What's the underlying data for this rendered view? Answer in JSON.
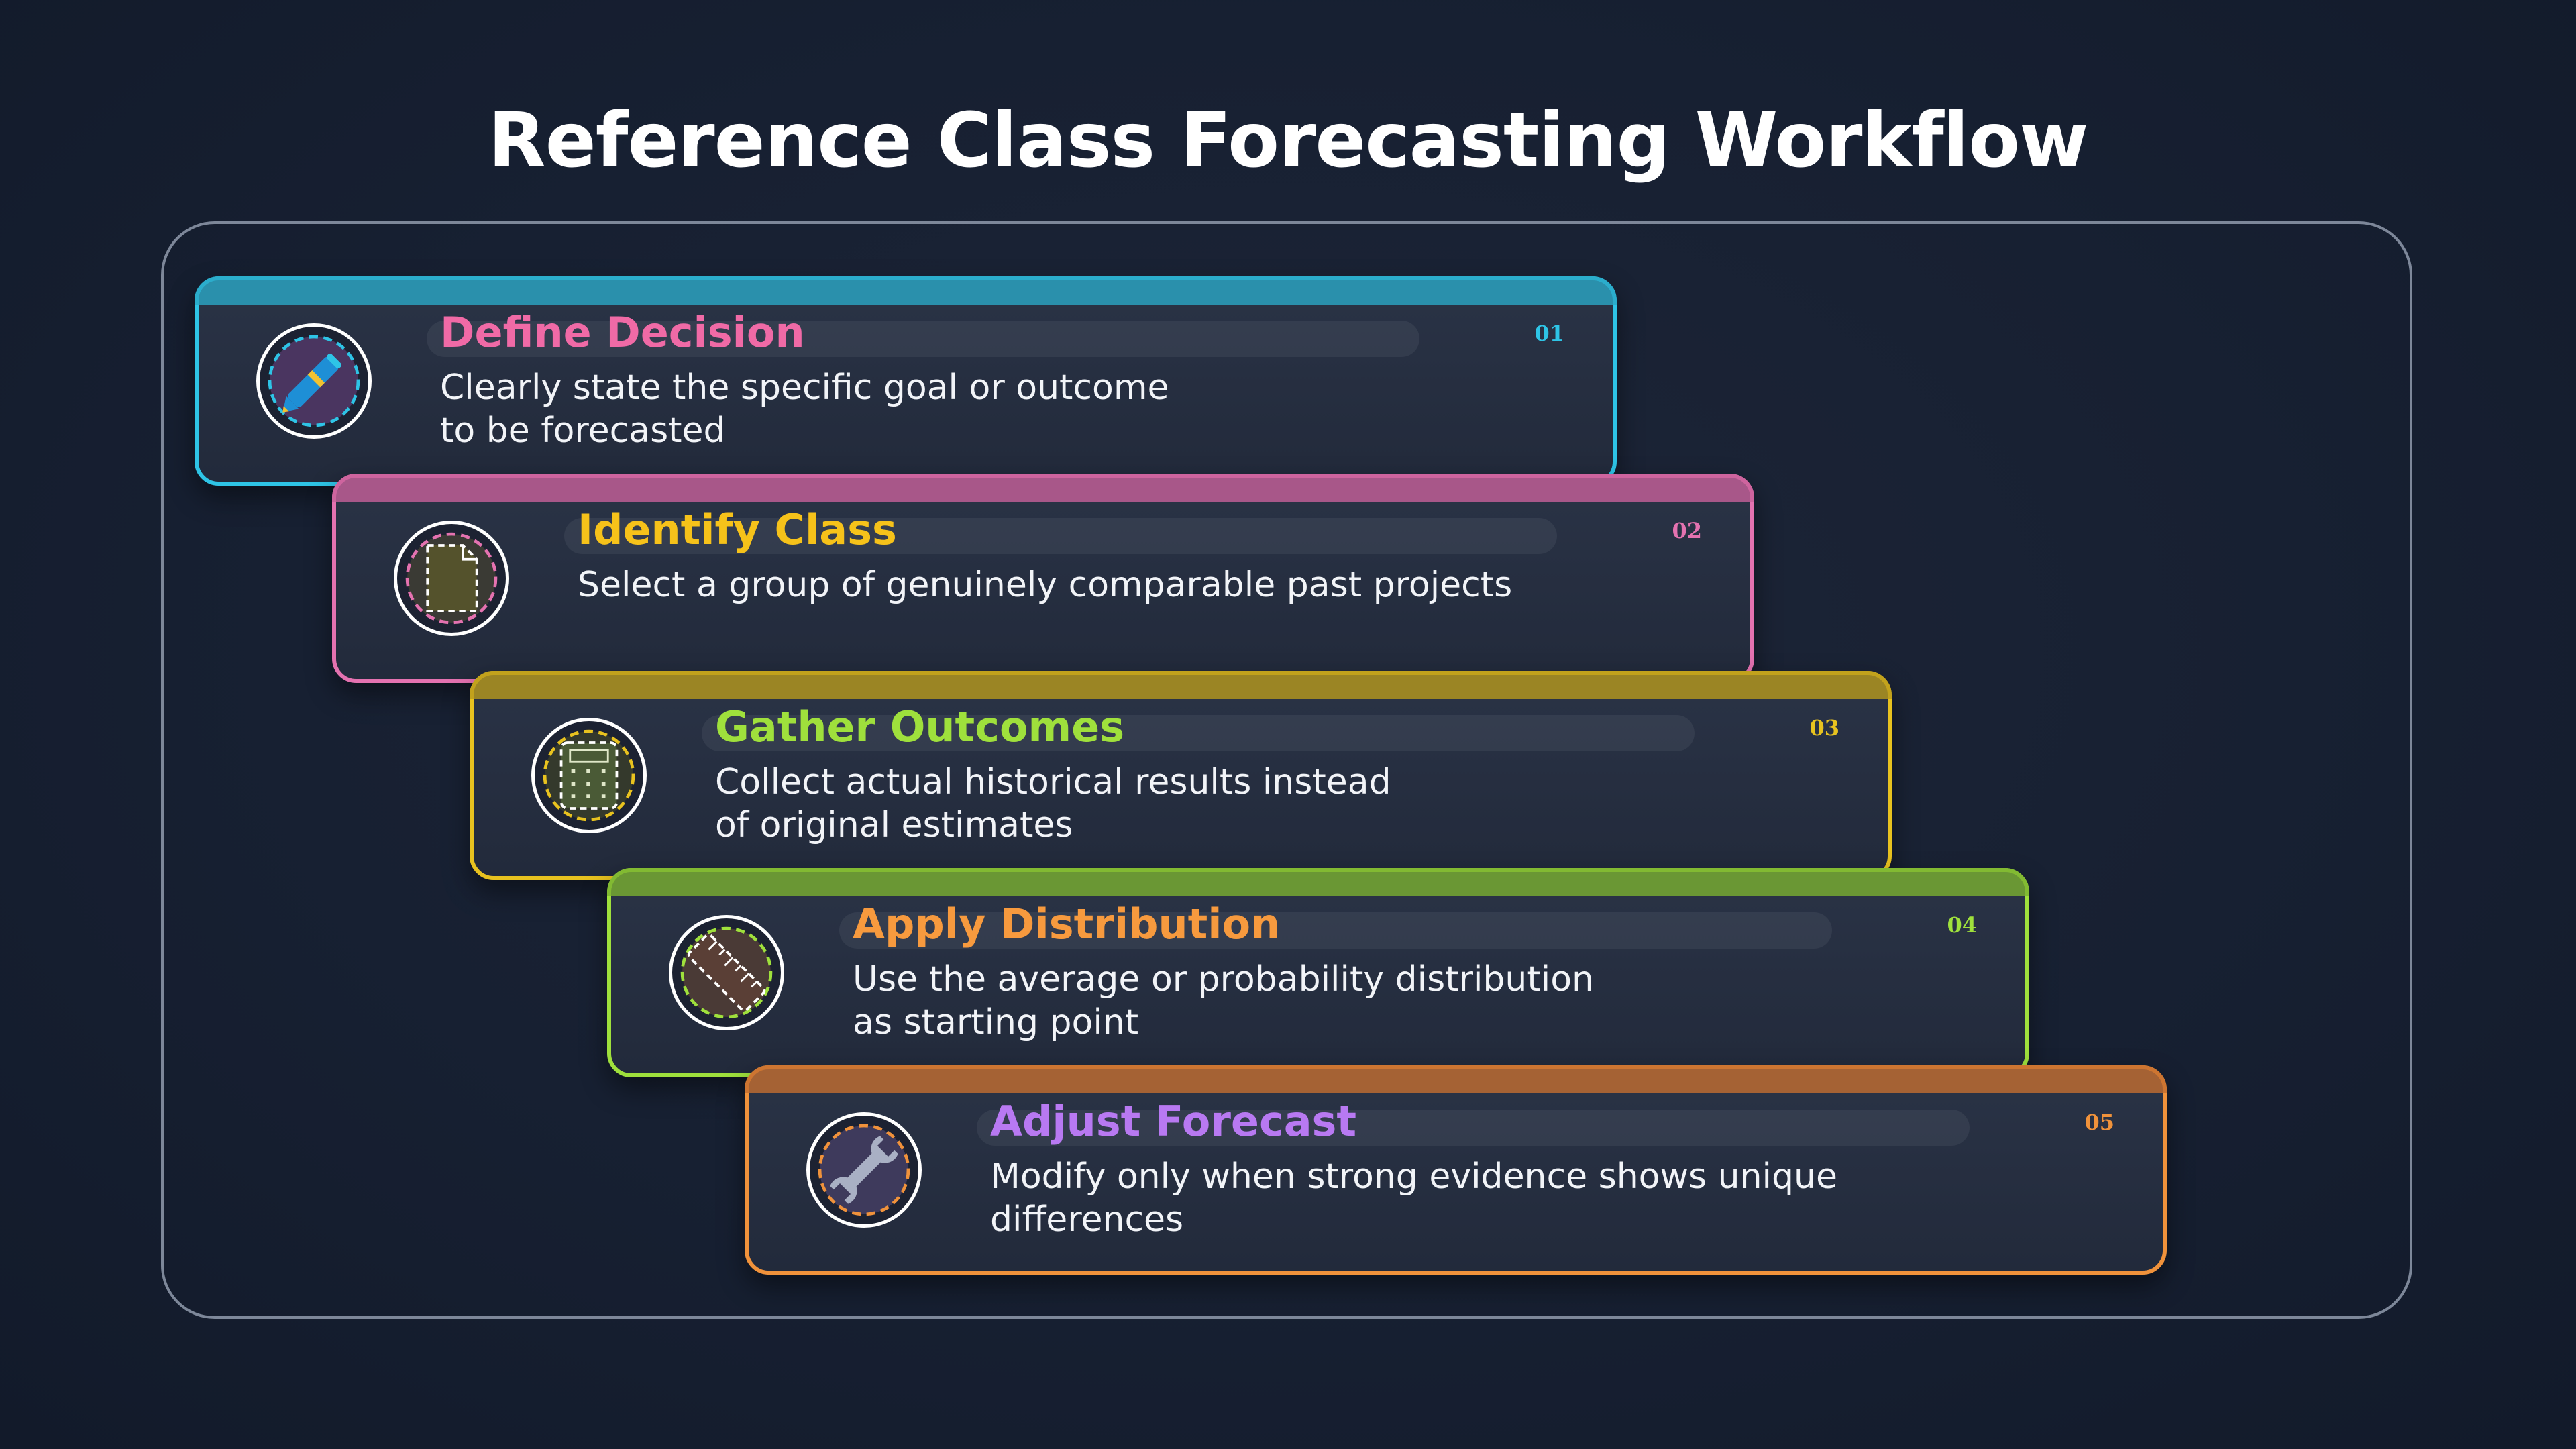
{
  "title": "Reference Class Forecasting Workflow",
  "steps": [
    {
      "number": "01",
      "title": "Define Decision",
      "description": "Clearly state the specific goal or outcome to be forecasted",
      "icon": "pen-icon",
      "border_color": "#2ec4e6",
      "title_color": "#f06aa6"
    },
    {
      "number": "02",
      "title": "Identify Class",
      "description": "Select a group of genuinely comparable past projects",
      "icon": "document-icon",
      "border_color": "#e472b0",
      "title_color": "#f6c21a"
    },
    {
      "number": "03",
      "title": "Gather Outcomes",
      "description": "Collect actual historical results instead of original estimates",
      "icon": "calculator-icon",
      "border_color": "#e8c21f",
      "title_color": "#9fe03c"
    },
    {
      "number": "04",
      "title": "Apply Distribution",
      "description": "Use the average or probability distribution as starting point",
      "icon": "ruler-icon",
      "border_color": "#9fe03c",
      "title_color": "#f79a3e"
    },
    {
      "number": "05",
      "title": "Adjust Forecast",
      "description": "Modify only when strong evidence shows unique differences",
      "icon": "wrench-icon",
      "border_color": "#f0923b",
      "title_color": "#b879f2"
    }
  ]
}
